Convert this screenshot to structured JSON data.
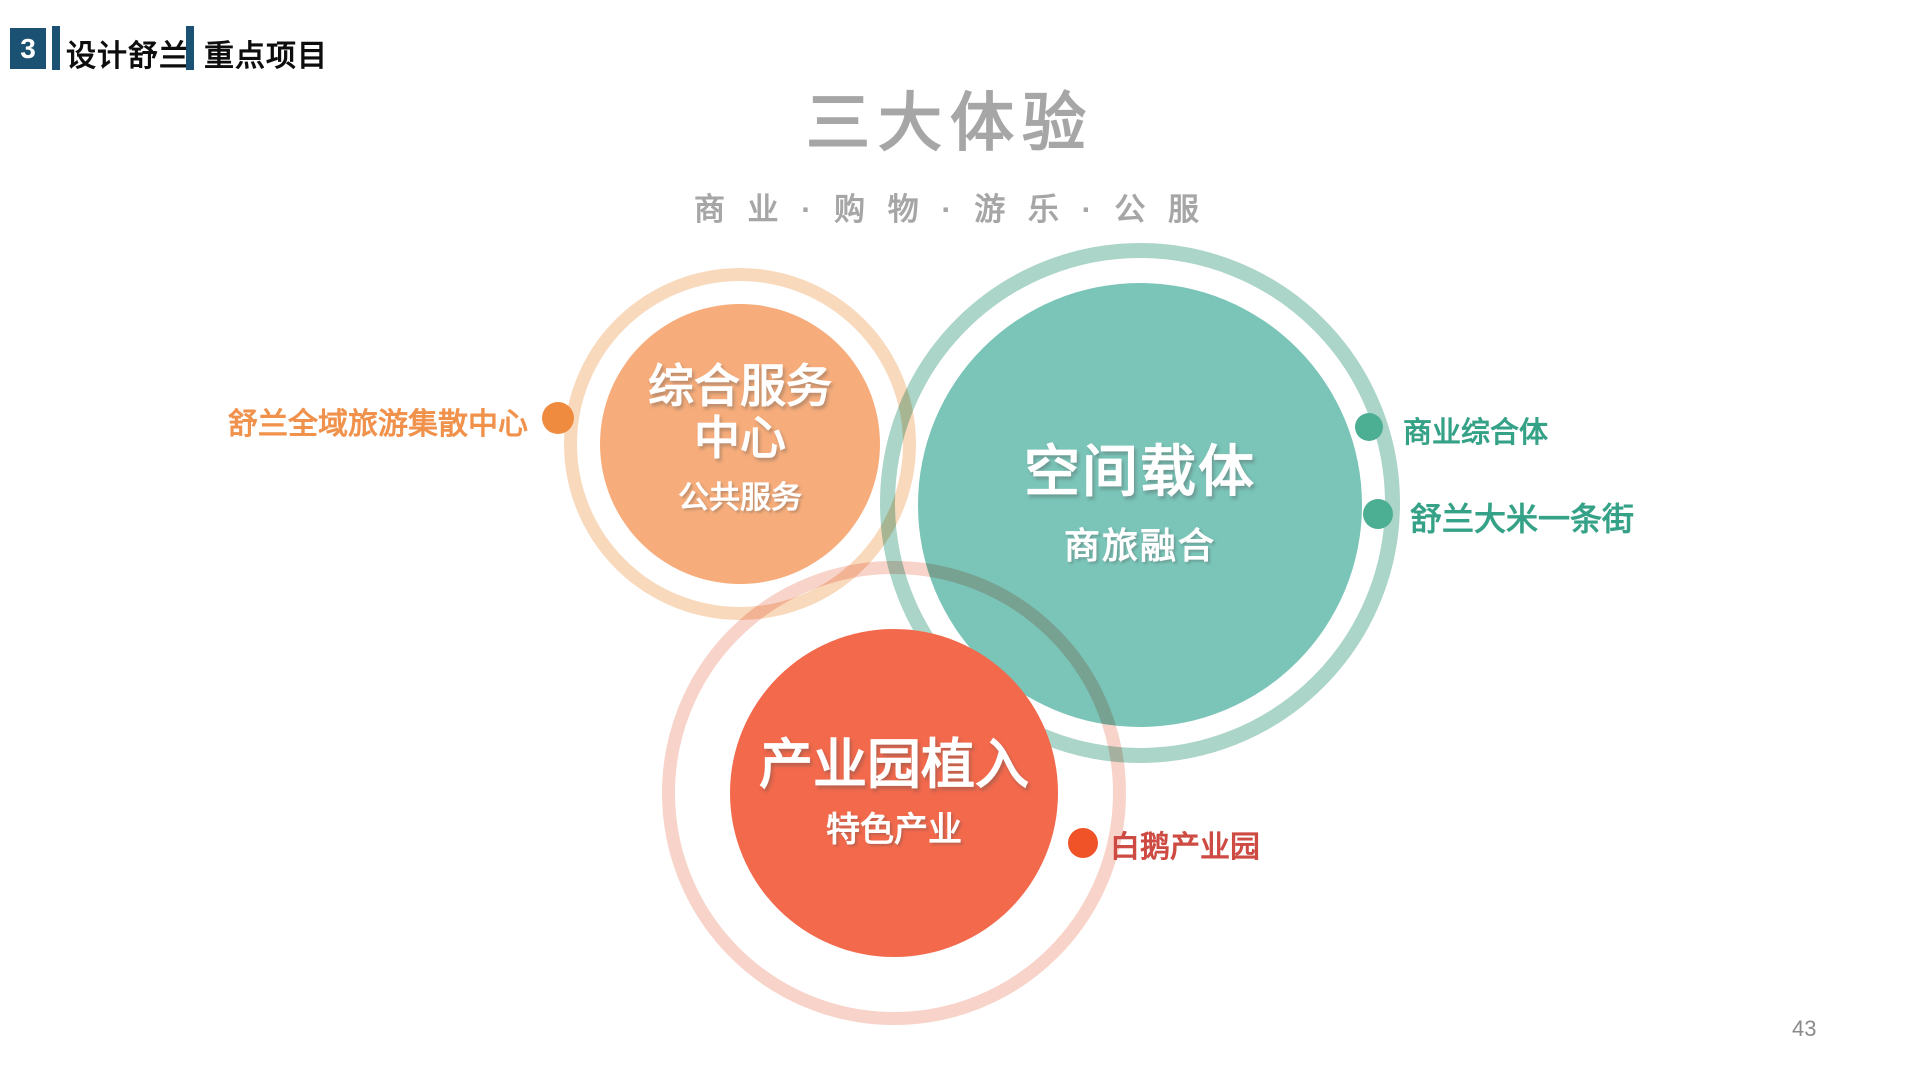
{
  "header": {
    "section_number": "3",
    "title_primary": "设计舒兰",
    "title_secondary": "重点项目",
    "accent_color": "#1B5274"
  },
  "title": "三大体验",
  "subtitle": "商 业 · 购 物 · 游 乐 · 公 服",
  "page_number": "43",
  "colors": {
    "title_gray": "#A6A6A6",
    "orange_fill": "#F6AD7B",
    "orange_ring": "#F9D9BC",
    "teal_fill": "#7AC4B8",
    "teal_ring": "#ABD5C8",
    "red_fill": "#F2694C",
    "red_ring": "#F8D3C9"
  },
  "diagram": {
    "circles": [
      {
        "id": "comprehensive-service-center",
        "main_line1": "综合服务",
        "main_line2": "中心",
        "subtitle": "公共服务",
        "fill_color": "#F6AD7B",
        "callout": {
          "text": "舒兰全域旅游集散中心",
          "text_color": "#F0924C",
          "dot_color": "#EF8B3F",
          "side": "left"
        }
      },
      {
        "id": "space-carrier",
        "main": "空间载体",
        "subtitle": "商旅融合",
        "fill_color": "#7AC4B8",
        "callouts": [
          {
            "text": "商业综合体",
            "text_color": "#35A287",
            "dot_color": "#4CAF93",
            "side": "right"
          },
          {
            "text": "舒兰大米一条街",
            "text_color": "#35A287",
            "dot_color": "#4CAF93",
            "side": "right"
          }
        ]
      },
      {
        "id": "industry-park",
        "main": "产业园植入",
        "subtitle": "特色产业",
        "fill_color": "#F2694C",
        "callout": {
          "text": "白鹅产业园",
          "text_color": "#CE4B44",
          "dot_color": "#EF5327",
          "side": "right"
        }
      }
    ]
  }
}
